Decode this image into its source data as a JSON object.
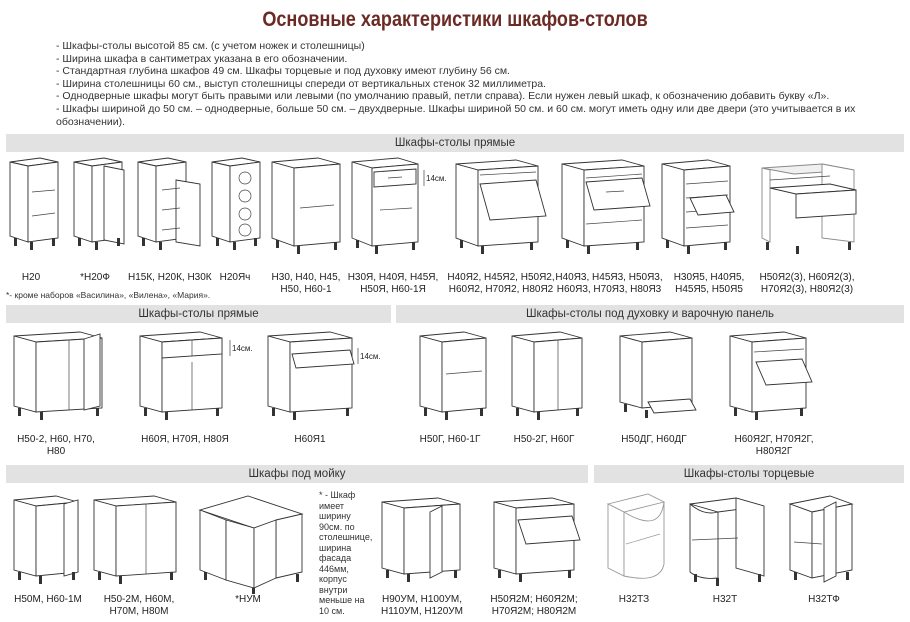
{
  "title": "Основные характеристики шкафов-столов",
  "notes": [
    "Шкафы-столы высотой 85 см. (с учетом ножек и столешницы)",
    "Ширина шкафа в сантиметрах указана в его обозначении.",
    "Стандартная глубина шкафов 49 см. Шкафы торцевые и под духовку имеют глубину 56 см.",
    "Ширина столешницы 60 см., выступ столешницы спереди от вертикальных стенок 32 миллиметра.",
    "Однодверные шкафы могут быть правыми или левыми (по умолчанию правый, петли справа). Если нужен левый шкаф, к обозначению добавить букву «Л».",
    "Шкафы шириной до 50 см. – однодверные, больше 50 см. – двухдверные. Шкафы шириной 50 см. и 60 см. могут иметь одну или две двери (это учитывается в их обозначении)."
  ],
  "sections": {
    "straight1": "Шкафы-столы прямые",
    "straight2": "Шкафы-столы прямые",
    "oven": "Шкафы-столы  под духовку и варочную панель",
    "sink": "Шкафы под мойку",
    "end": "Шкафы-столы торцевые"
  },
  "dimension_label": "14см.",
  "row1": [
    {
      "label": "Н20"
    },
    {
      "label": "*Н20Ф"
    },
    {
      "label": "Н15К, Н20К, Н30К"
    },
    {
      "label": "Н20Яч"
    },
    {
      "label": "Н30, Н40, Н45,\nН50, Н60-1"
    },
    {
      "label": "Н30Я, Н40Я, Н45Я,\nН50Я, Н60-1Я"
    },
    {
      "label": "Н40Я2, Н45Я2, Н50Я2,\nН60Я2, Н70Я2, Н80Я2"
    },
    {
      "label": "Н40Я3, Н45Я3, Н50Я3,\nН60Я3, Н70Я3, Н80Я3"
    },
    {
      "label": "Н30Я5, Н40Я5,\nН45Я5, Н50Я5"
    },
    {
      "label": "Н50Я2(3), Н60Я2(3),\nН70Я2(3), Н80Я2(3)"
    }
  ],
  "row1_footnote": "*- кроме наборов «Василина», «Вилена», «Мария».",
  "row2": [
    {
      "label": "Н50-2, Н60, Н70,\nН80"
    },
    {
      "label": "Н60Я, Н70Я, Н80Я"
    },
    {
      "label": "Н60Я1"
    },
    {
      "label": "Н50Г, Н60-1Г"
    },
    {
      "label": "Н50-2Г, Н60Г"
    },
    {
      "label": "Н50ДГ, Н60ДГ"
    },
    {
      "label": "Н60Я2Г, Н70Я2Г,\nН80Я2Г"
    }
  ],
  "row3": [
    {
      "label": "Н50М, Н60-1М"
    },
    {
      "label": "Н50-2М, Н60М,\nН70М, Н80М"
    },
    {
      "label": "*НУМ"
    },
    {
      "label": "Н90УМ, Н100УМ,\nН110УМ, Н120УМ"
    },
    {
      "label": "Н50Я2М; Н60Я2М;\nН70Я2М; Н80Я2М"
    },
    {
      "label": "Н32ТЗ"
    },
    {
      "label": "Н32Т"
    },
    {
      "label": "Н32ТФ"
    }
  ],
  "corner_note": "* - Шкаф имеет ширину 90см. по столешнице, ширина фасада 446мм, корпус внутри меньше на 10 см."
}
